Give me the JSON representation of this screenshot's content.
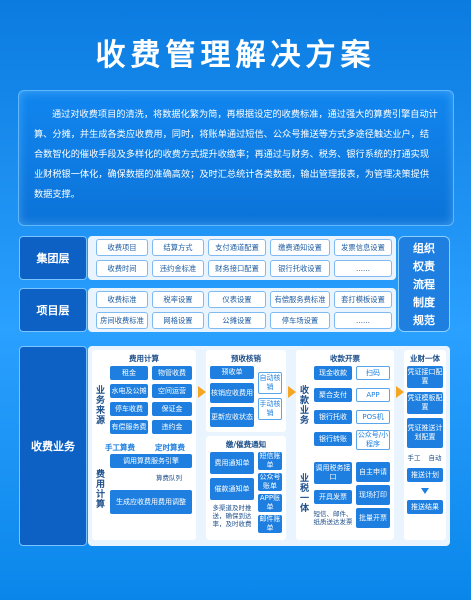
{
  "title": "收费管理解决方案",
  "intro": "通过对收费项目的清洗，将数据化繁为简，再根据设定的收费标准，通过强大的算费引擎自动计算、分摊，并生成各类应收费用，同时，将账单通过短信、公众号推送等方式多途径触达业户，结合数智化的催收手段及多样化的收费方式提升收缴率；再通过与财务、税务、银行系统的打通实现业财税银一体化，确保数据的准确高效；及时汇总统计各类数据，输出管理报表，为管理决策提供数据支撑。",
  "group": {
    "label": "集团层",
    "row1": [
      "收费项目",
      "结算方式",
      "支付通道配置",
      "缴费通知设置",
      "发票信息设置"
    ],
    "row2": [
      "收费时间",
      "违约金标准",
      "财务接口配置",
      "银行托收设置",
      "......"
    ]
  },
  "project": {
    "label": "项目层",
    "row1": [
      "收费标准",
      "税率设置",
      "仪表设置",
      "有偿服务费标准",
      "套打模板设置"
    ],
    "row2": [
      "房间收费标准",
      "网格设置",
      "公摊设置",
      "停车场设置",
      "......"
    ]
  },
  "right_box": [
    "组织",
    "权责",
    "流程",
    "制度",
    "规范"
  ],
  "business": {
    "label": "收费业务",
    "fee_calc": {
      "title": "费用计算",
      "source": "业务来源",
      "items": [
        "租金",
        "物管收费",
        "水电及公摊",
        "空间运营",
        "停车收费",
        "保证金",
        "有偿服务费",
        "违约金"
      ],
      "manual": "手工算费",
      "timed": "定时算费",
      "engine": "调用算费服务引擎",
      "queue": "算费队列",
      "gen": "生成应收费用费用调整",
      "calc_label": "费用计算"
    },
    "pre_verify": {
      "title": "预收核销",
      "left": [
        "预收单",
        "核销应收费用",
        "更新应收状态"
      ],
      "right": [
        "自动核销",
        "手动核销"
      ]
    },
    "notify": {
      "title": "缴/催费通知",
      "left": [
        "费用通知单",
        "催款通知单"
      ],
      "right": [
        "短信账单",
        "公众号账单",
        "APP账单",
        "邮件账单"
      ],
      "note": "多渠道及时推送，确保到达率，及时收费"
    },
    "collect": {
      "title": "收款开票",
      "business": "收款业务",
      "left": [
        "现金收款",
        "聚合支付",
        "银行托收",
        "银行转账"
      ],
      "right": [
        "扫码",
        "APP",
        "POS机",
        "公众号/小程序"
      ],
      "tax_label": "业税一体",
      "tax_left": [
        "调用税务接口",
        "开具发票"
      ],
      "tax_right": [
        "自主申请",
        "现场打印",
        "批量开票"
      ],
      "tax_note": "短信、邮件、纸质送达发票"
    },
    "finance": {
      "title": "业财一体",
      "items": [
        "凭证接口配置",
        "凭证模板配置",
        "凭证推送计划配置"
      ],
      "manual": "手工",
      "auto": "自动",
      "push": "推送计划",
      "result": "推送结果"
    }
  }
}
